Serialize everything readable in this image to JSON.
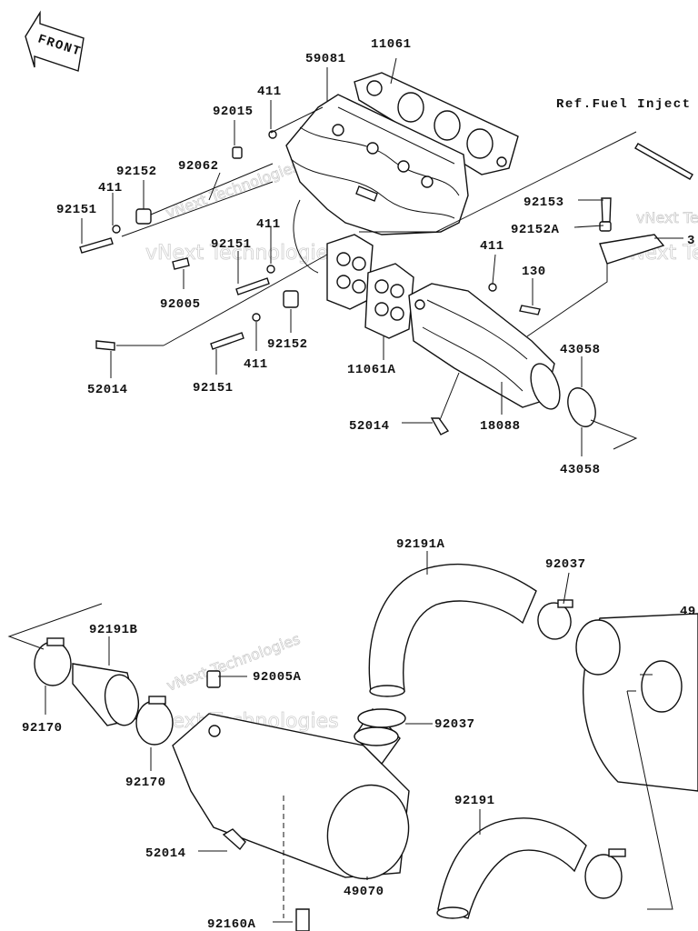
{
  "diagram": {
    "front_badge": "FRONT",
    "reference_note": "Ref.Fuel Inject",
    "watermark": "vNext Technologies",
    "callouts": [
      {
        "id": "c-11061",
        "text": "11061"
      },
      {
        "id": "c-59081",
        "text": "59081"
      },
      {
        "id": "c-411-a",
        "text": "411"
      },
      {
        "id": "c-92015",
        "text": "92015"
      },
      {
        "id": "c-92062",
        "text": "92062"
      },
      {
        "id": "c-92152-a",
        "text": "92152"
      },
      {
        "id": "c-411-b",
        "text": "411"
      },
      {
        "id": "c-92151-a",
        "text": "92151"
      },
      {
        "id": "c-411-c",
        "text": "411"
      },
      {
        "id": "c-92151-b",
        "text": "92151"
      },
      {
        "id": "c-92005",
        "text": "92005"
      },
      {
        "id": "c-92152-b",
        "text": "92152"
      },
      {
        "id": "c-52014-a",
        "text": "52014"
      },
      {
        "id": "c-411-d",
        "text": "411"
      },
      {
        "id": "c-92151-c",
        "text": "92151"
      },
      {
        "id": "c-11061A",
        "text": "11061A"
      },
      {
        "id": "c-92153",
        "text": "92153"
      },
      {
        "id": "c-92152A",
        "text": "92152A"
      },
      {
        "id": "c-411-e",
        "text": "411"
      },
      {
        "id": "c-130",
        "text": "130"
      },
      {
        "id": "c-43058-a",
        "text": "43058"
      },
      {
        "id": "c-52014-b",
        "text": "52014"
      },
      {
        "id": "c-18088",
        "text": "18088"
      },
      {
        "id": "c-43058-b",
        "text": "43058"
      },
      {
        "id": "c-92191A",
        "text": "92191A"
      },
      {
        "id": "c-92037-a",
        "text": "92037"
      },
      {
        "id": "c-49-partial",
        "text": "49"
      },
      {
        "id": "c-92191B",
        "text": "92191B"
      },
      {
        "id": "c-92005A",
        "text": "92005A"
      },
      {
        "id": "c-92170-a",
        "text": "92170"
      },
      {
        "id": "c-92037-b",
        "text": "92037"
      },
      {
        "id": "c-92170-b",
        "text": "92170"
      },
      {
        "id": "c-92191",
        "text": "92191"
      },
      {
        "id": "c-52014-c",
        "text": "52014"
      },
      {
        "id": "c-49070",
        "text": "49070"
      },
      {
        "id": "c-92160A",
        "text": "92160A"
      },
      {
        "id": "c-3-partial",
        "text": "3"
      }
    ]
  }
}
